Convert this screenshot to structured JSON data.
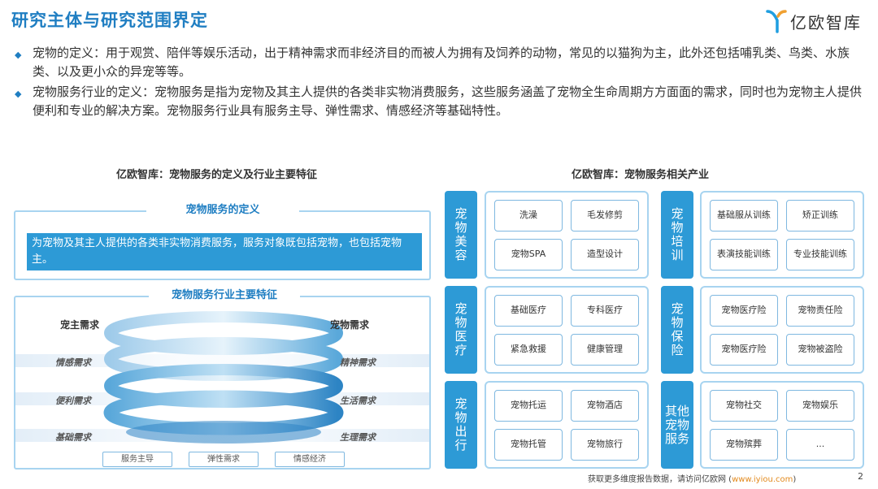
{
  "header": {
    "title": "研究主体与研究范围界定",
    "logo_text": "亿欧智库"
  },
  "bullets": [
    "宠物的定义：用于观赏、陪伴等娱乐活动，出于精神需求而非经济目的而被人为拥有及饲养的动物，常见的以猫狗为主，此外还包括哺乳类、鸟类、水族类、以及更小众的异宠等等。",
    "宠物服务行业的定义：宠物服务是指为宠物及其主人提供的各类非实物消费服务，这些服务涵盖了宠物全生命周期方方面面的需求，同时也为宠物主人提供便利和专业的解决方案。宠物服务行业具有服务主导、弹性需求、情感经济等基础特性。"
  ],
  "left_panel": {
    "title": "亿欧智库：宠物服务的定义及行业主要特征",
    "definition_label": "宠物服务的定义",
    "definition_text": "为宠物及其主人提供的各类非实物消费服务，服务对象既包括宠物，也包括宠物主。",
    "features_label": "宠物服务行业主要特征",
    "owner_heading": "宠主需求",
    "pet_heading": "宠物需求",
    "owner_needs": [
      "情感需求",
      "便利需求",
      "基础需求"
    ],
    "pet_needs": [
      "精神需求",
      "生活需求",
      "生理需求"
    ],
    "tags": [
      "服务主导",
      "弹性需求",
      "情感经济"
    ]
  },
  "right_panel": {
    "title": "亿欧智库：宠物服务相关产业",
    "groups": [
      {
        "category": "宠物美容",
        "items": [
          "洗澡",
          "毛发修剪",
          "宠物SPA",
          "造型设计"
        ]
      },
      {
        "category": "宠物培训",
        "items": [
          "基础服从训练",
          "矫正训练",
          "表演技能训练",
          "专业技能训练"
        ]
      },
      {
        "category": "宠物医疗",
        "items": [
          "基础医疗",
          "专科医疗",
          "紧急救援",
          "健康管理"
        ]
      },
      {
        "category": "宠物保险",
        "items": [
          "宠物医疗险",
          "宠物责任险",
          "宠物医疗险",
          "宠物被盗险"
        ]
      },
      {
        "category": "宠物出行",
        "items": [
          "宠物托运",
          "宠物酒店",
          "宠物托管",
          "宠物旅行"
        ]
      },
      {
        "category": "其他宠物服务",
        "items": [
          "宠物社交",
          "宠物娱乐",
          "宠物殡葬",
          "..."
        ]
      }
    ]
  },
  "footer": {
    "text": "获取更多维度报告数据，请访问亿欧网 (",
    "link": "www.iyiou.com",
    "close": ")",
    "page": "2"
  },
  "colors": {
    "primary": "#1f7ec2",
    "accent_fill": "#2d9ad6",
    "border": "#a8d4f0"
  }
}
